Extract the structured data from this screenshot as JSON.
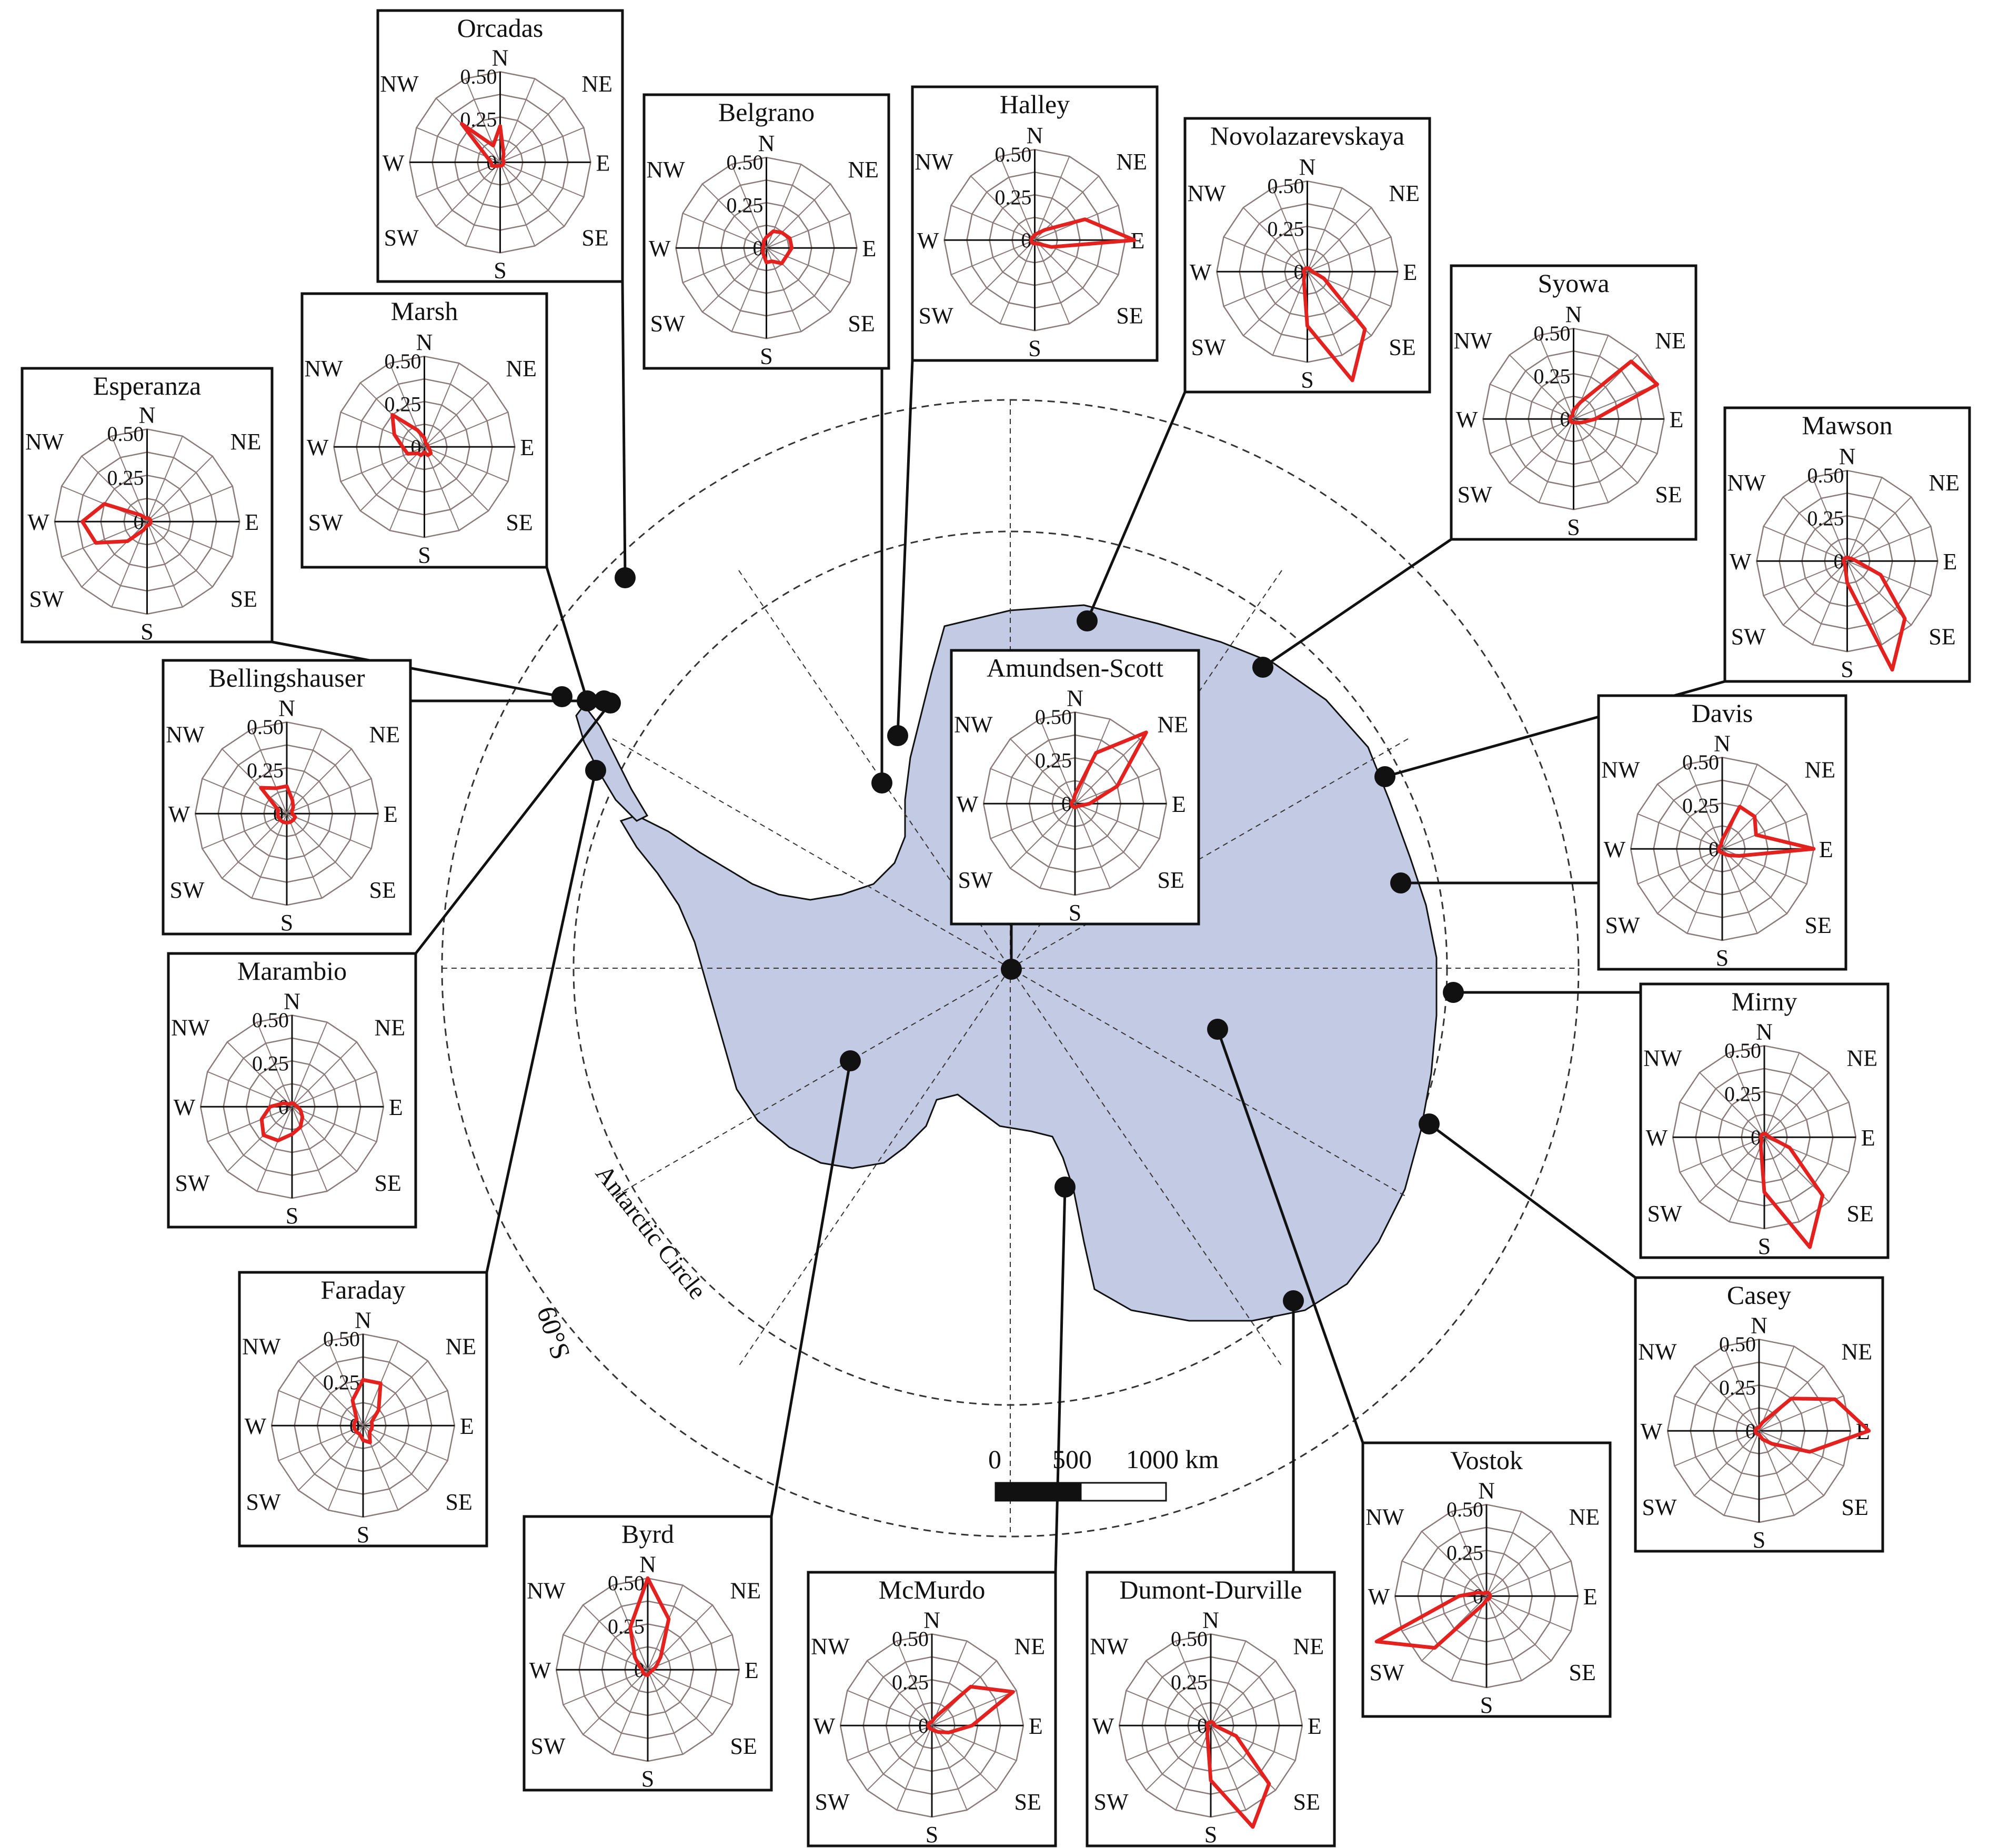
{
  "map": {
    "circle_label": "Antarctic Circle",
    "lat_label": "60°S",
    "scale": {
      "labels": [
        "0",
        "500",
        "1000 km"
      ]
    },
    "colors": {
      "land": "#c3cae3",
      "wind": "#e3221f",
      "grid": "#8a7a7a"
    }
  },
  "rose": {
    "directions": [
      "N",
      "NE",
      "E",
      "SE",
      "S",
      "SW",
      "W",
      "NW"
    ],
    "ring_labels": [
      "0.50",
      "0.25",
      "0"
    ]
  },
  "stations": [
    {
      "name": "Orcadas",
      "freqs": [
        0.2,
        0.05,
        0.02,
        0.02,
        0.02,
        0.02,
        0.02,
        0.02,
        0.02,
        0.02,
        0.03,
        0.05,
        0.05,
        0.08,
        0.3,
        0.1
      ]
    },
    {
      "name": "Belgrano",
      "freqs": [
        0.06,
        0.1,
        0.12,
        0.14,
        0.14,
        0.12,
        0.12,
        0.08,
        0.08,
        0.04,
        0.03,
        0.02,
        0.02,
        0.02,
        0.02,
        0.04
      ]
    },
    {
      "name": "Halley",
      "freqs": [
        0.03,
        0.04,
        0.08,
        0.3,
        0.55,
        0.1,
        0.03,
        0.02,
        0.02,
        0.02,
        0.02,
        0.02,
        0.02,
        0.02,
        0.02,
        0.02
      ]
    },
    {
      "name": "Novolazarevskaya",
      "freqs": [
        0.02,
        0.02,
        0.02,
        0.02,
        0.03,
        0.1,
        0.45,
        0.65,
        0.3,
        0.05,
        0.02,
        0.02,
        0.02,
        0.02,
        0.02,
        0.02
      ]
    },
    {
      "name": "Syowa",
      "freqs": [
        0.05,
        0.1,
        0.45,
        0.5,
        0.12,
        0.05,
        0.03,
        0.02,
        0.02,
        0.02,
        0.02,
        0.02,
        0.02,
        0.02,
        0.02,
        0.02
      ]
    },
    {
      "name": "Mawson",
      "freqs": [
        0.02,
        0.02,
        0.02,
        0.03,
        0.05,
        0.2,
        0.45,
        0.65,
        0.12,
        0.03,
        0.02,
        0.02,
        0.02,
        0.02,
        0.02,
        0.02
      ]
    },
    {
      "name": "Marsh",
      "freqs": [
        0.05,
        0.02,
        0.02,
        0.02,
        0.02,
        0.03,
        0.05,
        0.05,
        0.03,
        0.05,
        0.05,
        0.1,
        0.12,
        0.18,
        0.25,
        0.1
      ]
    },
    {
      "name": "Esperanza",
      "freqs": [
        0.02,
        0.02,
        0.02,
        0.02,
        0.02,
        0.02,
        0.02,
        0.02,
        0.02,
        0.05,
        0.15,
        0.3,
        0.35,
        0.25,
        0.05,
        0.02
      ]
    },
    {
      "name": "Bellingshauser",
      "freqs": [
        0.15,
        0.08,
        0.05,
        0.03,
        0.03,
        0.05,
        0.05,
        0.05,
        0.05,
        0.05,
        0.05,
        0.05,
        0.05,
        0.05,
        0.2,
        0.15
      ]
    },
    {
      "name": "Marambio",
      "freqs": [
        0.02,
        0.02,
        0.02,
        0.02,
        0.03,
        0.05,
        0.08,
        0.12,
        0.15,
        0.2,
        0.22,
        0.18,
        0.12,
        0.05,
        0.02,
        0.02
      ]
    },
    {
      "name": "Faraday",
      "freqs": [
        0.25,
        0.25,
        0.12,
        0.05,
        0.05,
        0.05,
        0.05,
        0.1,
        0.08,
        0.05,
        0.05,
        0.05,
        0.05,
        0.05,
        0.05,
        0.15
      ]
    },
    {
      "name": "Byrd",
      "freqs": [
        0.5,
        0.3,
        0.1,
        0.05,
        0.03,
        0.02,
        0.02,
        0.02,
        0.03,
        0.03,
        0.03,
        0.03,
        0.03,
        0.05,
        0.1,
        0.25
      ]
    },
    {
      "name": "McMurdo",
      "freqs": [
        0.02,
        0.05,
        0.3,
        0.48,
        0.22,
        0.1,
        0.05,
        0.03,
        0.02,
        0.02,
        0.02,
        0.02,
        0.02,
        0.02,
        0.02,
        0.02
      ]
    },
    {
      "name": "Dumont-Durville",
      "freqs": [
        0.02,
        0.02,
        0.02,
        0.02,
        0.02,
        0.15,
        0.45,
        0.6,
        0.3,
        0.05,
        0.02,
        0.02,
        0.02,
        0.02,
        0.02,
        0.02
      ]
    },
    {
      "name": "Vostok",
      "freqs": [
        0.02,
        0.02,
        0.02,
        0.02,
        0.02,
        0.02,
        0.02,
        0.02,
        0.02,
        0.05,
        0.4,
        0.65,
        0.15,
        0.05,
        0.02,
        0.02
      ]
    },
    {
      "name": "Amundsen-Scott",
      "freqs": [
        0.05,
        0.3,
        0.55,
        0.25,
        0.08,
        0.03,
        0.02,
        0.02,
        0.02,
        0.02,
        0.02,
        0.02,
        0.02,
        0.02,
        0.02,
        0.02
      ]
    },
    {
      "name": "Davis",
      "freqs": [
        0.05,
        0.25,
        0.25,
        0.2,
        0.5,
        0.1,
        0.05,
        0.03,
        0.02,
        0.02,
        0.02,
        0.02,
        0.02,
        0.02,
        0.02,
        0.02
      ]
    },
    {
      "name": "Mirny",
      "freqs": [
        0.02,
        0.02,
        0.02,
        0.02,
        0.03,
        0.15,
        0.45,
        0.65,
        0.3,
        0.05,
        0.02,
        0.02,
        0.02,
        0.02,
        0.02,
        0.02
      ]
    },
    {
      "name": "Casey",
      "freqs": [
        0.02,
        0.05,
        0.25,
        0.45,
        0.6,
        0.3,
        0.1,
        0.05,
        0.02,
        0.02,
        0.02,
        0.02,
        0.02,
        0.02,
        0.02,
        0.02
      ]
    }
  ]
}
